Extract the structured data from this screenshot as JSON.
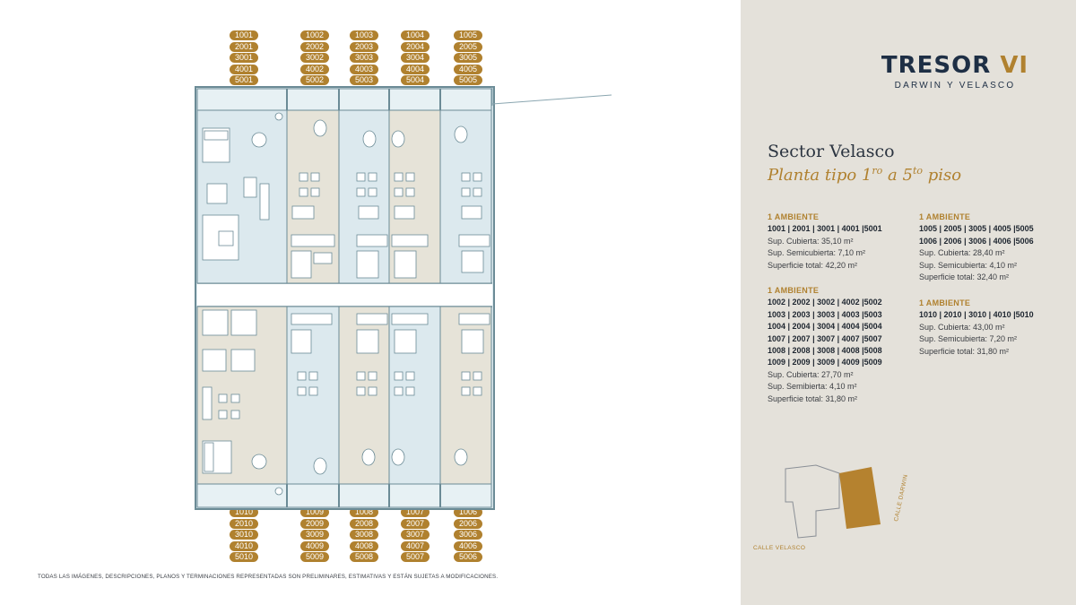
{
  "plan": {
    "top_units": [
      [
        "1001",
        "2001",
        "3001",
        "4001",
        "5001"
      ],
      [
        "1002",
        "2002",
        "3002",
        "4002",
        "5002"
      ],
      [
        "1003",
        "2003",
        "3003",
        "4003",
        "5003"
      ],
      [
        "1004",
        "2004",
        "3004",
        "4004",
        "5004"
      ],
      [
        "1005",
        "2005",
        "3005",
        "4005",
        "5005"
      ]
    ],
    "bottom_units": [
      [
        "1010",
        "2010",
        "3010",
        "4010",
        "5010"
      ],
      [
        "1009",
        "2009",
        "3009",
        "4009",
        "5009"
      ],
      [
        "1008",
        "2008",
        "3008",
        "4008",
        "5008"
      ],
      [
        "1007",
        "2007",
        "3007",
        "4007",
        "5007"
      ],
      [
        "1006",
        "2006",
        "3006",
        "4006",
        "5006"
      ]
    ],
    "disclaimer": "TODAS LAS IMÁGENES, DESCRIPCIONES, PLANOS Y TERMINACIONES REPRESENTADAS SON PRELIMINARES, ESTIMATIVAS Y ESTÁN SUJETAS A MODIFICACIONES."
  },
  "brand": {
    "name": "TRESOR",
    "number": "VI",
    "subtitle": "DARWIN Y VELASCO"
  },
  "sector": {
    "title": "Sector Velasco",
    "subtitle_prefix": "Planta tipo 1",
    "subtitle_sup1": "ro",
    "subtitle_mid": " a 5",
    "subtitle_sup2": "to",
    "subtitle_suffix": " piso"
  },
  "blocks": {
    "a": {
      "title": "1 AMBIENTE",
      "units": [
        "1001 | 2001 | 3001 | 4001 |5001"
      ],
      "lines": [
        "Sup. Cubierta: 35,10 m²",
        "Sup. Semicubierta: 7,10 m²",
        "Superficie total: 42,20 m²"
      ]
    },
    "b": {
      "title": "1 AMBIENTE",
      "units": [
        "1005 | 2005 | 3005 | 4005 |5005",
        "1006 | 2006 | 3006 | 4006 |5006"
      ],
      "lines": [
        "Sup. Cubierta: 28,40 m²",
        "Sup. Semicubierta: 4,10 m²",
        "Superficie total: 32,40 m²"
      ]
    },
    "c": {
      "title": "1 AMBIENTE",
      "units": [
        "1002 | 2002 | 3002 | 4002 |5002",
        "1003 | 2003 | 3003 | 4003 |5003",
        "1004 | 2004 | 3004 | 4004 |5004",
        "1007 | 2007 | 3007 | 4007 |5007",
        "1008 | 2008 | 3008 | 4008 |5008",
        "1009 | 2009 | 3009 | 4009 |5009"
      ],
      "lines": [
        "Sup. Cubierta: 27,70 m²",
        "Sup. Semibierta: 4,10 m²",
        "Superficie total: 31,80 m²"
      ]
    },
    "d": {
      "title": "1 AMBIENTE",
      "units": [
        "1010 | 2010 | 3010 | 4010 |5010"
      ],
      "lines": [
        "Sup. Cubierta: 43,00 m²",
        "Sup. Semicubierta: 7,20 m²",
        "Superficie total: 31,80 m²"
      ]
    }
  },
  "site_map": {
    "street_1": "CALLE VELASCO",
    "street_2": "CALLE DARWIN",
    "highlight_color": "#b5822f"
  },
  "colors": {
    "accent": "#b0812f",
    "navy": "#1e2f45",
    "panel": "#e4e1da",
    "plan_line": "#6b8b96",
    "plan_fill": "#dce9ee",
    "plan_floor": "#e6e3d8"
  }
}
